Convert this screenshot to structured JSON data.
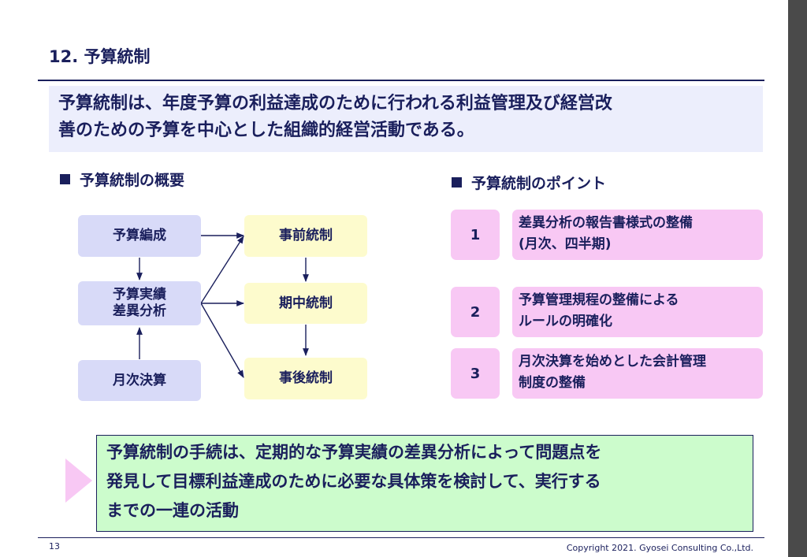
{
  "page_title": "12. 予算統制",
  "summary_lines": [
    "予算統制は、年度予算の利益達成のために行われる利益管理及び経営改",
    "善のための予算を中心とした組織的経営活動である。"
  ],
  "overview": {
    "heading": "予算統制の概要",
    "boxes": {
      "budget_formation": "予算編成",
      "actual_line1": "予算実績",
      "actual_line2": "差異分析",
      "monthly_closing": "月次決算",
      "pre_control": "事前統制",
      "mid_control": "期中統制",
      "post_control": "事後統制"
    }
  },
  "points": {
    "heading": "予算統制のポイント",
    "items": [
      {
        "num": "1",
        "line1": "差異分析の報告書様式の整備",
        "line2": "(月次、四半期)"
      },
      {
        "num": "2",
        "line1": "予算管理規程の整備による",
        "line2": "ルールの明確化"
      },
      {
        "num": "3",
        "line1": "月次決算を始めとした会計管理",
        "line2": "制度の整備"
      }
    ]
  },
  "conclusion_lines": [
    "予算統制の手続は、定期的な予算実績の差異分析によって問題点を",
    "発見して目標利益達成のために必要な具体策を検討して、実行する",
    "までの一連の活動"
  ],
  "footer": {
    "page_number": "13",
    "copyright": "Copyright 2021. Gyosei Consulting Co.,Ltd."
  },
  "colors": {
    "navy": "#1a1f5c",
    "summary_bg": "#eceefc",
    "flow_blue": "#d8daf8",
    "flow_yellow": "#fdfbcd",
    "point_pink": "#f8c8f4",
    "conclusion_green": "#ccfccc"
  }
}
